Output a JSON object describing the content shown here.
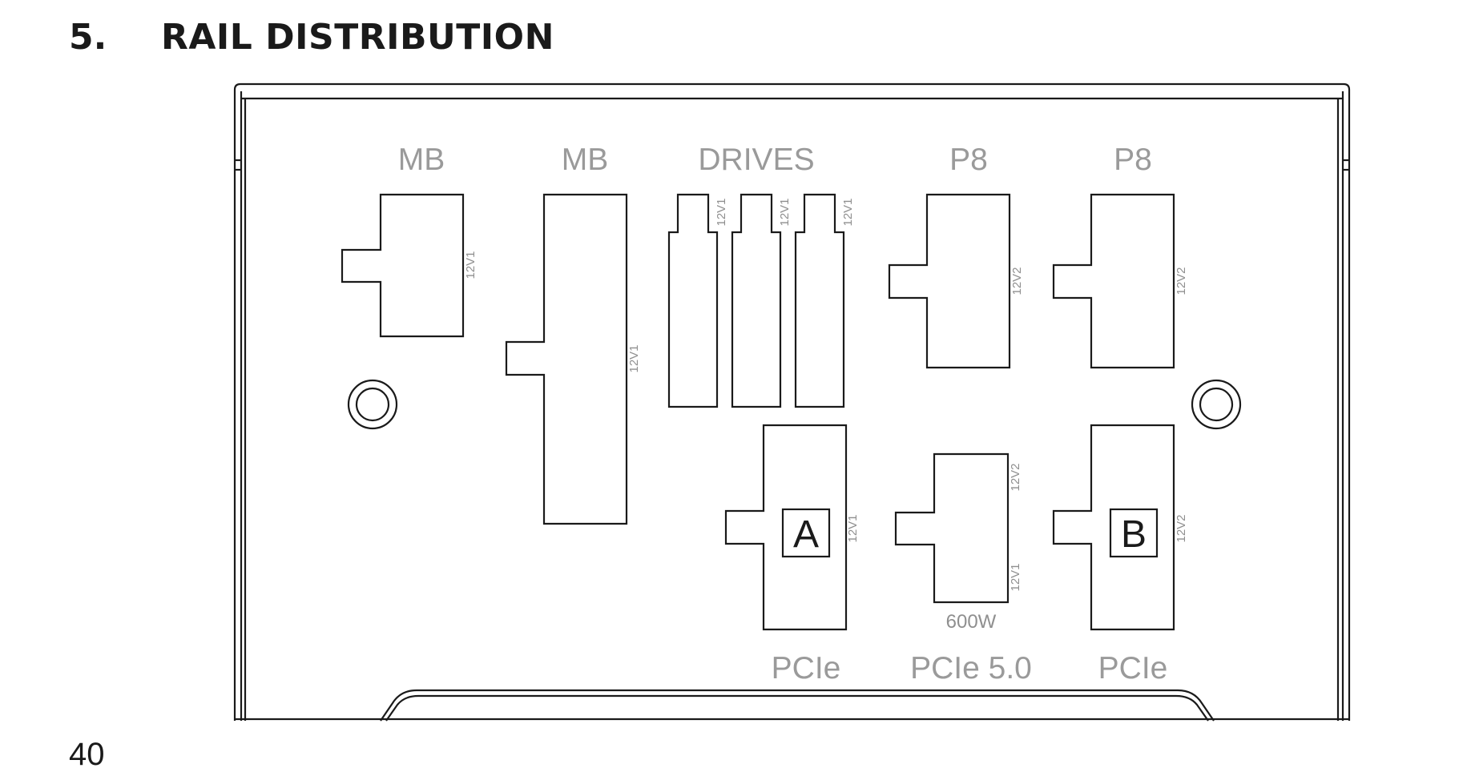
{
  "section": {
    "number": "5.",
    "title": "RAIL DISTRIBUTION"
  },
  "page_number": "40",
  "diagram": {
    "labels": {
      "mb_left": "MB",
      "mb_right": "MB",
      "drives": "DRIVES",
      "p8_left": "P8",
      "p8_right": "P8",
      "pcie_a": "PCIe",
      "pcie_5": "PCIe 5.0",
      "pcie_b": "PCIe"
    },
    "rails": {
      "mb_left": "12V1",
      "mb_right": "12V1",
      "drive_1": "12V1",
      "drive_2": "12V1",
      "drive_3": "12V1",
      "p8_left": "12V2",
      "p8_right": "12V2",
      "pcie_a": "12V1",
      "pcie_5_top": "12V2",
      "pcie_5_bottom": "12V1",
      "pcie_b": "12V2"
    },
    "wattage": "600W",
    "box_letters": {
      "a": "A",
      "b": "B"
    }
  }
}
